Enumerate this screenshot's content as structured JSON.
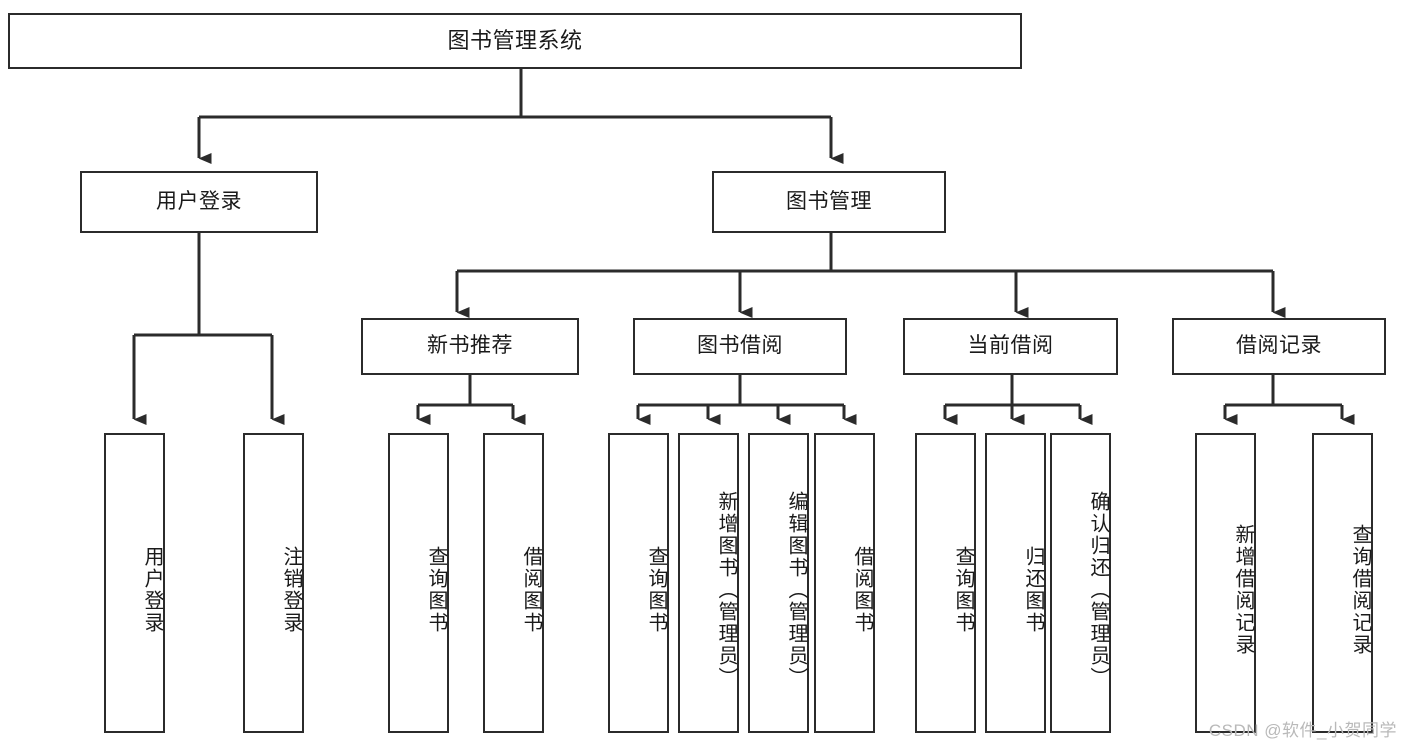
{
  "diagram": {
    "title": "图书管理系统",
    "type": "tree",
    "stroke_color": "#2b2b2b",
    "node_fill": "#ffffff",
    "background": "#ffffff",
    "watermark": "CSDN @软件_小贺同学"
  },
  "nodes": {
    "root": {
      "label": "图书管理系统"
    },
    "level2": [
      {
        "id": "user-login",
        "label": "用户登录"
      },
      {
        "id": "book-manage",
        "label": "图书管理"
      }
    ],
    "level3": [
      {
        "id": "new-book-recommend",
        "label": "新书推荐"
      },
      {
        "id": "book-borrow",
        "label": "图书借阅"
      },
      {
        "id": "current-borrow",
        "label": "当前借阅"
      },
      {
        "id": "borrow-record",
        "label": "借阅记录"
      }
    ],
    "leaves": {
      "user_login": [
        {
          "id": "leaf-user-login",
          "label": "用户登录"
        },
        {
          "id": "leaf-logout-login",
          "label": "注销登录"
        }
      ],
      "new_book_recommend": [
        {
          "id": "leaf-query-book-1",
          "label": "查询图书"
        },
        {
          "id": "leaf-borrow-book-1",
          "label": "借阅图书"
        }
      ],
      "book_borrow": [
        {
          "id": "leaf-query-book-2",
          "label": "查询图书"
        },
        {
          "id": "leaf-add-book",
          "label": "新增图书（管理员）"
        },
        {
          "id": "leaf-edit-book",
          "label": "编辑图书（管理员）"
        },
        {
          "id": "leaf-borrow-book-2",
          "label": "借阅图书"
        }
      ],
      "current_borrow": [
        {
          "id": "leaf-query-book-3",
          "label": "查询图书"
        },
        {
          "id": "leaf-return-book",
          "label": "归还图书"
        },
        {
          "id": "leaf-confirm-return",
          "label": "确认归还（管理员）"
        }
      ],
      "borrow_record": [
        {
          "id": "leaf-add-borrow-record",
          "label": "新增借阅记录"
        },
        {
          "id": "leaf-query-borrow-record",
          "label": "查询借阅记录"
        }
      ]
    }
  }
}
